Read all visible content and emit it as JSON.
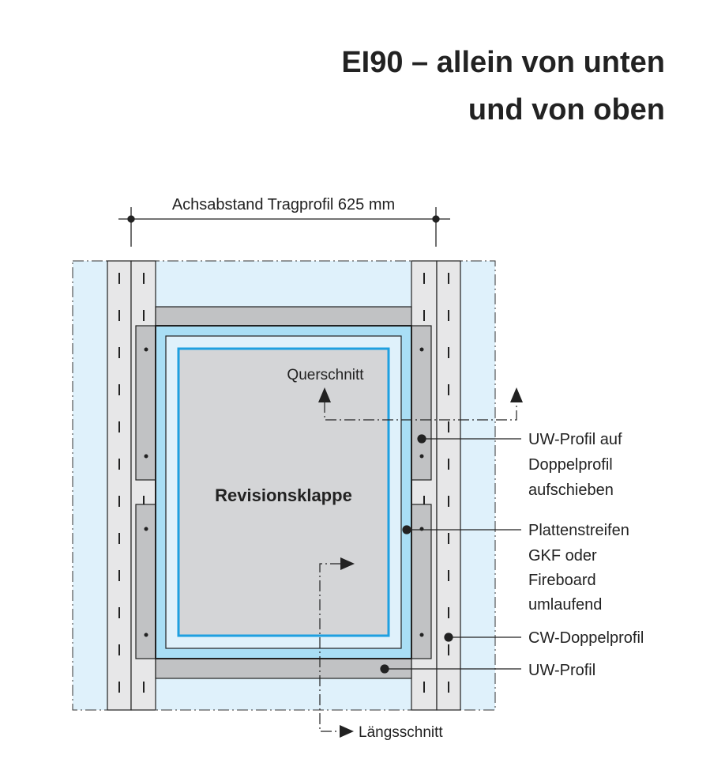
{
  "title": {
    "line1": "EI90 – allein von unten",
    "line2": "und von oben"
  },
  "dimension": {
    "label": "Achsabstand Tragprofil 625 mm"
  },
  "labels": {
    "center": "Revisionsklappe",
    "querschnitt": "Querschnitt",
    "laengsschnitt": "Längsschnitt",
    "uw_auf": [
      "UW-Profil auf",
      "Doppelprofil",
      "aufschieben"
    ],
    "plattenstreifen": [
      "Plattenstreifen",
      "GKF oder",
      "Fireboard",
      "umlaufend"
    ],
    "cw": "CW-Doppelprofil",
    "uw": "UW-Profil"
  },
  "colors": {
    "light_blue": "#dff1fb",
    "frame_blue": "#a9def5",
    "accent_blue": "#1ea0e0",
    "gray": "#c1c2c4",
    "panel": "#d4d5d7",
    "stud": "#e7e7e8"
  }
}
